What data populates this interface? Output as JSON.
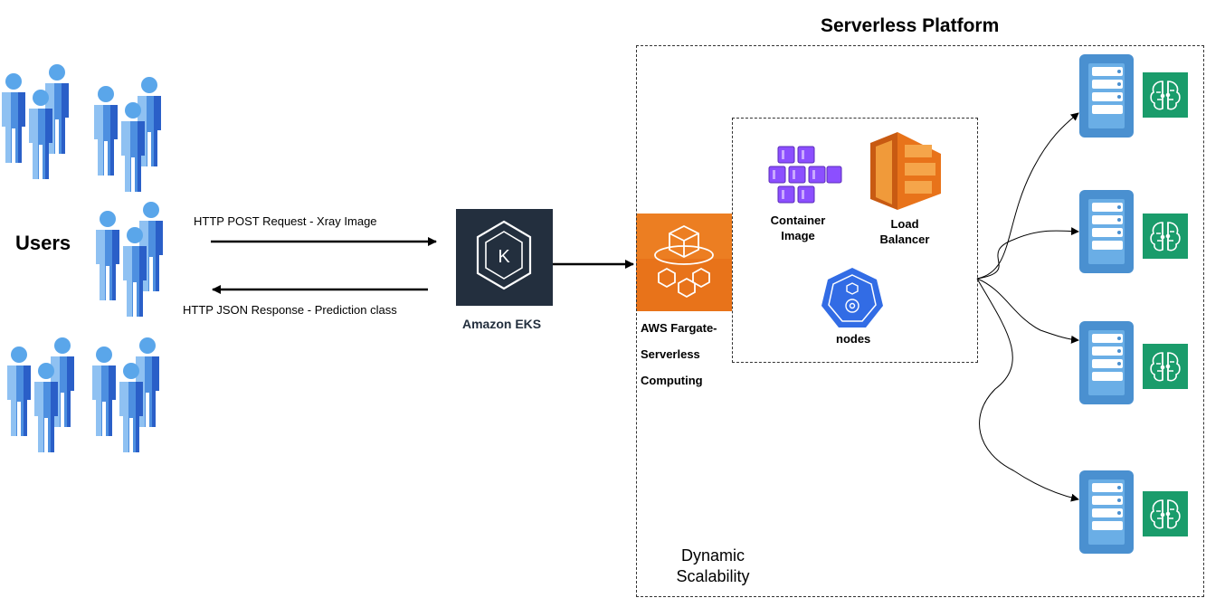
{
  "diagram": {
    "users_label": "Users",
    "request_label": "HTTP POST Request - Xray Image",
    "response_label": "HTTP JSON Response - Prediction class",
    "eks_label": "Amazon EKS",
    "fargate_label_line1": "AWS Fargate-",
    "fargate_label_line2": "Serverless",
    "fargate_label_line3": "Computing",
    "platform_title": "Serverless Platform",
    "container_label_line1": "Container",
    "container_label_line2": "Image",
    "lb_label_line1": "Load",
    "lb_label_line2": "Balancer",
    "nodes_label": "nodes",
    "scalability_line1": "Dynamic",
    "scalability_line2": "Scalability"
  },
  "colors": {
    "user_light": "#9cc8f0",
    "user_dark": "#2f6fd0",
    "eks_bg": "#232f3e",
    "fargate_orange": "#e8731a",
    "container_purple": "#8c4fff",
    "lb_orange": "#e8731a",
    "k8s_blue": "#326ce5",
    "server_blue": "#4a90d0",
    "ml_green": "#1a9c6b"
  },
  "icons": {
    "users": "user-group-icon",
    "eks": "amazon-eks-icon",
    "fargate": "aws-fargate-icon",
    "container": "container-image-icon",
    "lb": "load-balancer-icon",
    "nodes": "kubernetes-nodes-icon",
    "server": "server-icon",
    "ml": "ml-brain-icon"
  }
}
